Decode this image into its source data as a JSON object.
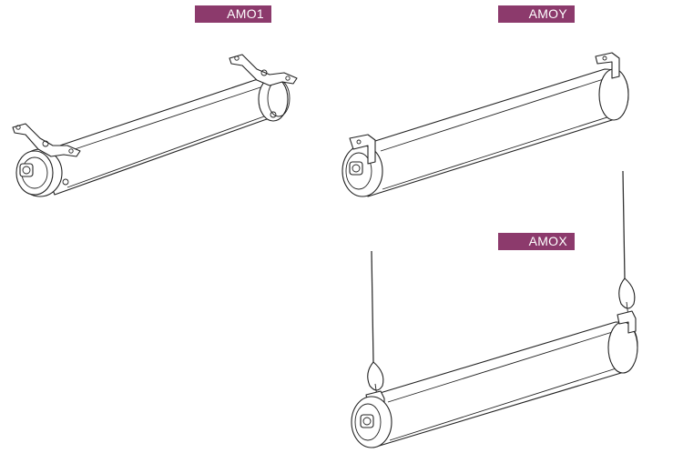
{
  "labels": {
    "amo1": "AMO1",
    "amoy": "AMOY",
    "amox": "AMOX"
  },
  "colors": {
    "label_bg": "#8c3a6c",
    "label_text": "#ffffff",
    "line_art": "#222222",
    "background": "#ffffff"
  }
}
